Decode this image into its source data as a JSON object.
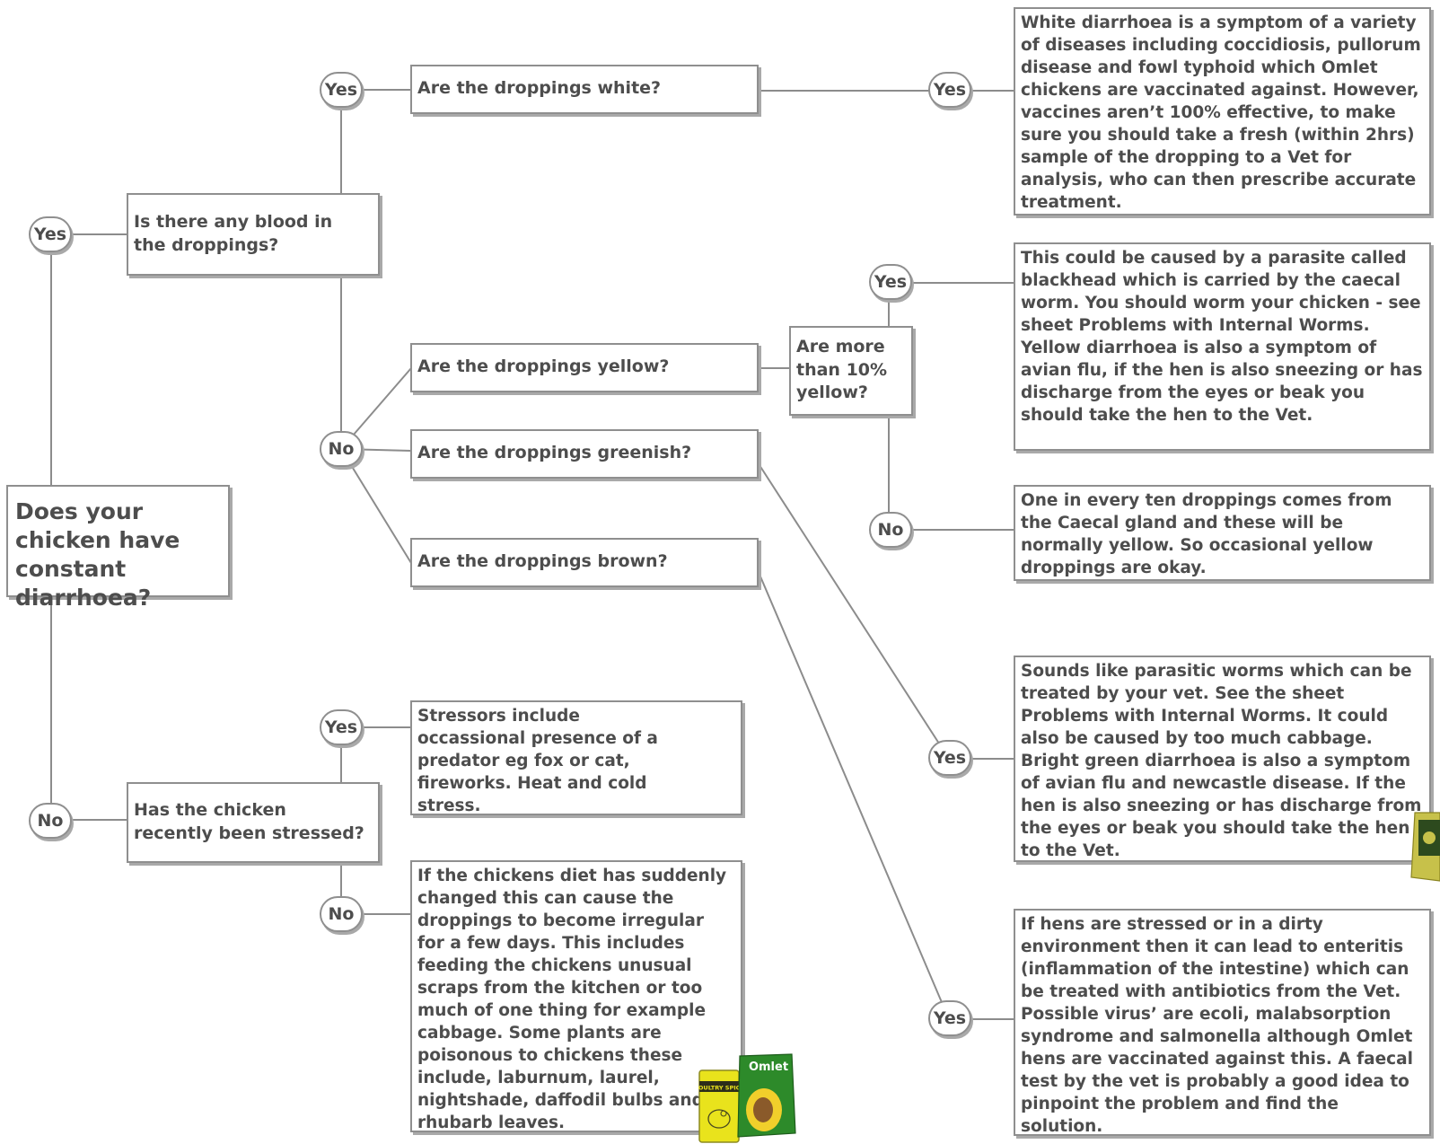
{
  "start": {
    "text": "Does your chicken have constant diarrhoea?"
  },
  "labels": {
    "yes": "Yes",
    "no": "No"
  },
  "questions": {
    "blood": "Is there any blood in the droppings?",
    "white": "Are the droppings white?",
    "yellow": "Are the droppings yellow?",
    "greenish": "Are the droppings greenish?",
    "brown": "Are the droppings brown?",
    "more_than_10": "Are more than 10% yellow?",
    "stressed": "Has the chicken recently been stressed?"
  },
  "answers": {
    "white": "White diarrhoea is a symptom of a variety of diseases including coccidiosis, pullorum disease and fowl typhoid which Omlet chickens are vaccinated against. However, vaccines aren’t 100% effective, to make sure you should take a fresh (within 2hrs) sample of the dropping to a Vet for analysis, who can then prescribe accurate treatment.",
    "yellow_yes": "This could be caused by a parasite called blackhead which is carried by the caecal worm. You should worm your chicken - see sheet Problems with Internal Worms. Yellow diarrhoea is also a symptom of avian flu, if the hen is also sneezing or has discharge from the eyes or beak you should take the hen to the Vet.",
    "yellow_no": "One in every ten droppings comes from the Caecal gland and these will be normally yellow. So occasional yellow droppings are okay.",
    "greenish": "Sounds like parasitic worms which can be treated by your vet. See the sheet Problems with Internal Worms. It could also be caused by too much cabbage. Bright green diarrhoea is also a symptom of avian flu and newcastle disease. If the hen is also sneezing or has discharge from the eyes or beak you should take the hen to the Vet.",
    "brown": "If hens are stressed or in a dirty environment then it can lead to enteritis (inflammation of the intestine) which can be treated with antibiotics from the Vet. Possible virus’ are ecoli, malabsorption syndrome and salmonella although Omlet hens are vaccinated against this. A faecal test by the vet is probably a good idea to pinpoint the problem and find the solution.",
    "stress_yes": "Stressors include occassional presence of a predator eg fox or cat, fireworks. Heat and cold stress.",
    "stress_no": "If the chickens diet has suddenly changed this can cause the droppings to become irregular for a few days. This includes feeding the chickens unusual scraps from the kitchen or too much of one thing for example cabbage. Some plants are poisonous to chickens these include, laburnum, laurel, nightshade, daffodil bulbs and rhubarb leaves."
  },
  "products": {
    "tin_label": "POULTRY SPICE",
    "bag_label": "Omlet"
  }
}
